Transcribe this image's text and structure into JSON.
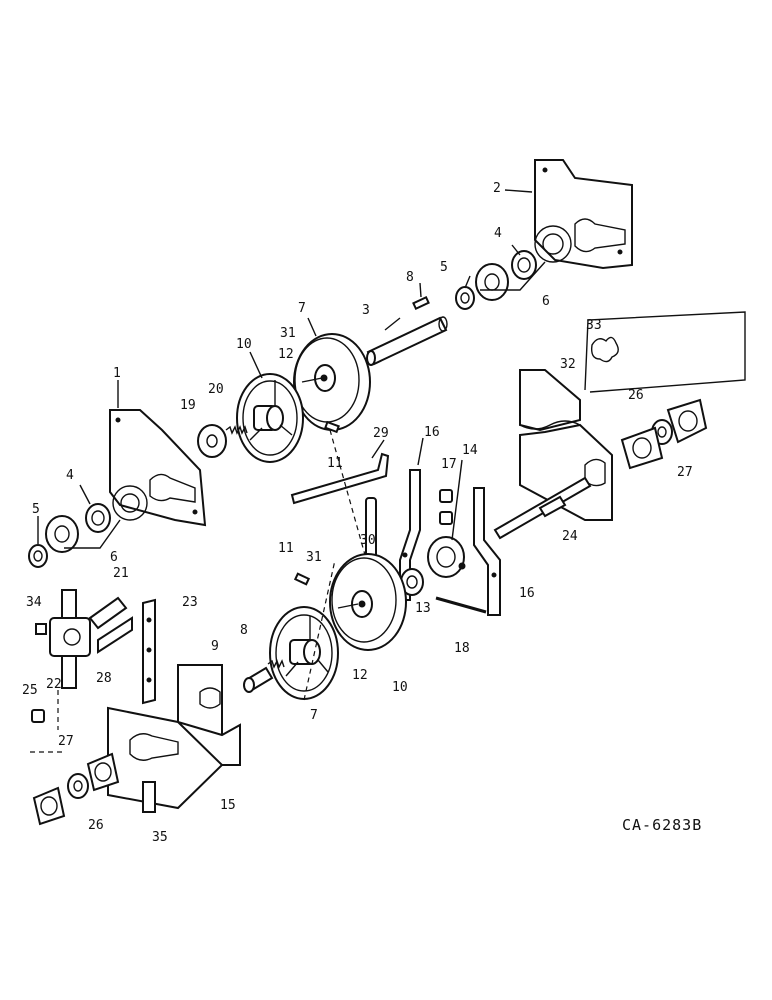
{
  "drawing_code": "CA-6283B",
  "part_labels": {
    "p1": "1",
    "p2": "2",
    "p3": "3",
    "p4a": "4",
    "p4b": "4",
    "p5a": "5",
    "p5b": "5",
    "p6a": "6",
    "p6b": "6",
    "p7a": "7",
    "p7b": "7",
    "p8a": "8",
    "p8b": "8",
    "p9": "9",
    "p10a": "10",
    "p10b": "10",
    "p11a": "11",
    "p11b": "11",
    "p12a": "12",
    "p12b": "12",
    "p13": "13",
    "p14": "14",
    "p15": "15",
    "p16a": "16",
    "p16b": "16",
    "p17": "17",
    "p18": "18",
    "p19": "19",
    "p20": "20",
    "p21": "21",
    "p22": "22",
    "p23": "23",
    "p24": "24",
    "p25": "25",
    "p26a": "26",
    "p26b": "26",
    "p27a": "27",
    "p27b": "27",
    "p28": "28",
    "p29": "29",
    "p30": "30",
    "p31a": "31",
    "p31b": "31",
    "p32": "32",
    "p33": "33",
    "p34": "34",
    "p35": "35"
  }
}
